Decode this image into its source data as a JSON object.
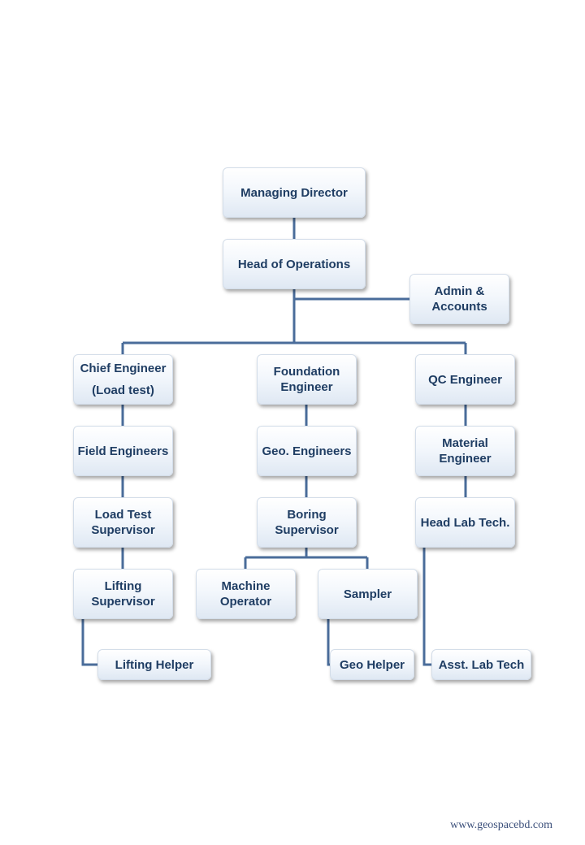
{
  "chart": {
    "connector_color": "#4a6c9a",
    "nodes": [
      {
        "id": "managing-director",
        "label": "Managing Director"
      },
      {
        "id": "head-of-operations",
        "label": "Head of Operations"
      },
      {
        "id": "admin-accounts",
        "label": "Admin &\nAccounts"
      },
      {
        "id": "chief-engineer",
        "label": "Chief Engineer\n(Load  test)"
      },
      {
        "id": "foundation-engineer",
        "label": "Foundation\nEngineer"
      },
      {
        "id": "qc-engineer",
        "label": "QC Engineer"
      },
      {
        "id": "field-engineers",
        "label": "Field Engineers"
      },
      {
        "id": "geo-engineers",
        "label": "Geo. Engineers"
      },
      {
        "id": "material-engineer",
        "label": "Material\nEngineer"
      },
      {
        "id": "load-test-supervisor",
        "label": "Load Test\nSupervisor"
      },
      {
        "id": "boring-supervisor",
        "label": "Boring\nSupervisor"
      },
      {
        "id": "head-lab-tech",
        "label": "Head Lab Tech."
      },
      {
        "id": "lifting-supervisor",
        "label": "Lifting\nSupervisor"
      },
      {
        "id": "machine-operator",
        "label": "Machine\nOperator"
      },
      {
        "id": "sampler",
        "label": "Sampler"
      },
      {
        "id": "lifting-helper",
        "label": "Lifting  Helper"
      },
      {
        "id": "geo-helper",
        "label": "Geo Helper"
      },
      {
        "id": "asst-lab-tech",
        "label": "Asst. Lab Tech"
      }
    ]
  },
  "footer": {
    "website": "www.geospacebd.com"
  }
}
